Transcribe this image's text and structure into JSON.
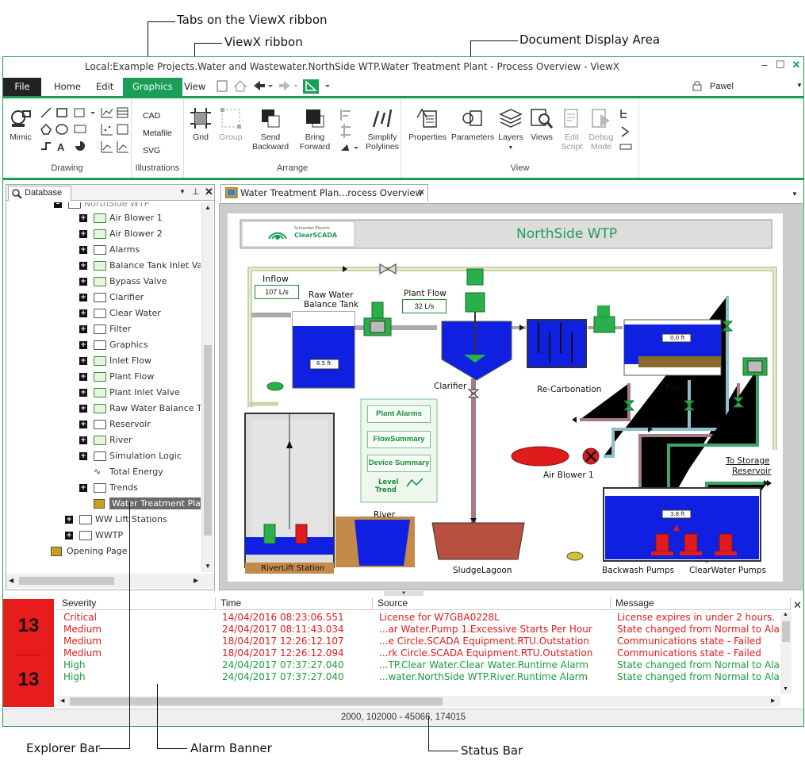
{
  "callouts": {
    "tabs": "Tabs on the ViewX ribbon",
    "ribbon": "ViewX ribbon",
    "doc_area": "Document Display Area",
    "explorer": "Explorer Bar",
    "alarm_banner": "Alarm Banner",
    "status_bar": "Status Bar"
  },
  "window": {
    "title": "Local:Example Projects.Water and Wastewater.NorthSide WTP.Water Treatment Plant - Process Overview - ViewX",
    "minimize": "–",
    "maximize": "☐",
    "close": "✕"
  },
  "tabs": {
    "file": "File",
    "home": "Home",
    "edit": "Edit",
    "graphics": "Graphics",
    "view": "View"
  },
  "user": {
    "name": "Pawel"
  },
  "ribbon": {
    "drawing": {
      "label": "Drawing",
      "mimic": "Mimic"
    },
    "illustrations": {
      "label": "Illustrations",
      "cad": "CAD",
      "metafile": "Metafile",
      "svg": "SVG"
    },
    "arrange": {
      "label": "Arrange",
      "grid": "Grid",
      "group": "Group",
      "send_backward_1": "Send",
      "send_backward_2": "Backward",
      "bring_forward_1": "Bring",
      "bring_forward_2": "Forward",
      "simplify_1": "Simplify",
      "simplify_2": "Polylines"
    },
    "view": {
      "label": "View",
      "properties": "Properties",
      "parameters": "Parameters",
      "layers": "Layers",
      "views": "Views",
      "edit_script_1": "Edit",
      "edit_script_2": "Script",
      "debug_1": "Debug",
      "debug_2": "Mode"
    }
  },
  "explorer": {
    "tab": "Database",
    "root_partial": "NorthSide WTP",
    "items": [
      {
        "label": "Air Blower 1",
        "kind": "mimic-folder"
      },
      {
        "label": "Air Blower 2",
        "kind": "mimic-folder"
      },
      {
        "label": "Alarms",
        "kind": "folder"
      },
      {
        "label": "Balance Tank Inlet Val",
        "kind": "mimic-folder"
      },
      {
        "label": "Bypass Valve",
        "kind": "mimic-folder"
      },
      {
        "label": "Clarifier",
        "kind": "folder"
      },
      {
        "label": "Clear Water",
        "kind": "folder"
      },
      {
        "label": "Filter",
        "kind": "folder"
      },
      {
        "label": "Graphics",
        "kind": "folder"
      },
      {
        "label": "Inlet Flow",
        "kind": "mimic-folder"
      },
      {
        "label": "Plant Flow",
        "kind": "mimic-folder"
      },
      {
        "label": "Plant Inlet Valve",
        "kind": "mimic-folder"
      },
      {
        "label": "Raw Water Balance Ta",
        "kind": "mimic-folder"
      },
      {
        "label": "Reservoir",
        "kind": "folder"
      },
      {
        "label": "River",
        "kind": "mimic-folder"
      },
      {
        "label": "Simulation Logic",
        "kind": "folder"
      },
      {
        "label": "Total Energy",
        "kind": "trend"
      },
      {
        "label": "Trends",
        "kind": "folder"
      },
      {
        "label": "Water Treatment Plan",
        "kind": "mimic-selected"
      }
    ],
    "lower": [
      {
        "label": "WW Lift Stations"
      },
      {
        "label": "WWTP"
      },
      {
        "label": "Opening Page"
      }
    ]
  },
  "document": {
    "tab": "Water Treatment Plan...rocess Overview",
    "mimic": {
      "brand_line1": "Schneider Electric",
      "brand_line2": "ClearSCADA",
      "title": "NorthSide WTP",
      "inflow_label": "Inflow",
      "inflow_value": "107 L/s",
      "raw_tank_1": "Raw Water",
      "raw_tank_2": "Balance Tank",
      "raw_tank_level": "6.5 ft",
      "plant_flow_label": "Plant Flow",
      "plant_flow_value": "32 L/s",
      "clarifier": "Clarifier",
      "recarbonation": "Re-Carbonation",
      "filter": "Filter",
      "filter_level": "0.0 ft",
      "air_blower": "Air Blower 1",
      "storage_1": "To Storage",
      "storage_2": "Reservoir",
      "reservoir_level": "3.8 ft",
      "backwash": "Backwash Pumps",
      "clearwater": "ClearWater Pumps",
      "sludge": "SludgeLagoon",
      "river": "River",
      "river_station": "RiverLift Station",
      "btn_alarms": "Plant Alarms",
      "btn_flow": "FlowSummary",
      "btn_device": "Device Summary",
      "level_trend_1": "Level",
      "level_trend_2": "Trend"
    }
  },
  "alarms": {
    "count_top": "13",
    "count_bottom": "13",
    "headers": {
      "severity": "Severity",
      "time": "Time",
      "source": "Source",
      "message": "Message"
    },
    "rows": [
      {
        "severity": "Critical",
        "time": "14/04/2016 08:23:06.551",
        "source": "License for W7GBA0228L",
        "message": "License expires in under 2 hours.",
        "color": "#e01b1b"
      },
      {
        "severity": "Medium",
        "time": "24/04/2017 08:11:43.034",
        "source": "...ar Water.Pump 1.Excessive Starts Per Hour",
        "message": "State changed from Normal to Alar",
        "color": "#e01b1b"
      },
      {
        "severity": "Medium",
        "time": "18/04/2017 12:26:12.107",
        "source": "...e Circle.SCADA Equipment.RTU.Outstation",
        "message": "Communications state - Failed",
        "color": "#e01b1b"
      },
      {
        "severity": "Medium",
        "time": "18/04/2017 12:26:12.094",
        "source": "...rk Circle.SCADA Equipment.RTU.Outstation",
        "message": "Communications state - Failed",
        "color": "#e01b1b"
      },
      {
        "severity": "High",
        "time": "24/04/2017 07:37:27.040",
        "source": "...TP.Clear Water.Clear Water.Runtime Alarm",
        "message": "State changed from Normal to Alar",
        "color": "#1a9e3a"
      },
      {
        "severity": "High",
        "time": "24/04/2017 07:37:27.040",
        "source": "...water.NorthSide WTP.River.Runtime Alarm",
        "message": "State changed from Normal to Alar",
        "color": "#1a9e3a"
      }
    ]
  },
  "status": {
    "coords": "2000, 102000 - 45066, 174015"
  },
  "colors": {
    "accent": "#1a9e57",
    "alarm_red": "#e81c1c",
    "water_blue": "#1020e0"
  }
}
